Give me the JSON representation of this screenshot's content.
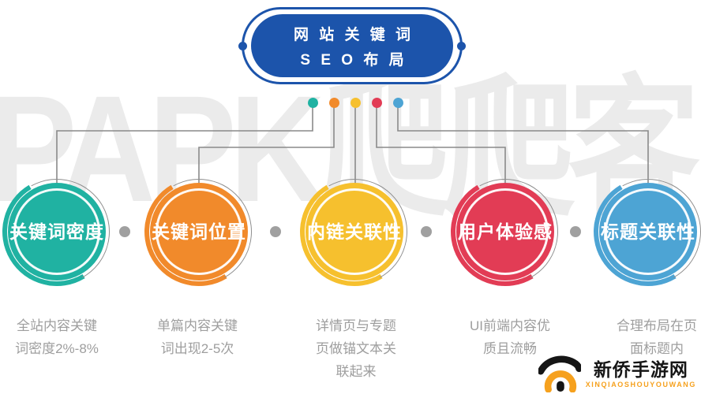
{
  "watermark": "PAPK爬爬客",
  "header": {
    "line1": "网 站 关 键 词",
    "line2": "S E O 布 局",
    "color": "#1c54ab"
  },
  "nodes": [
    {
      "name": "keyword-density",
      "color": "#20b2a2",
      "label": [
        "关键词",
        "密度"
      ],
      "description": [
        "全站内容关键",
        "词密度2%-8%"
      ]
    },
    {
      "name": "keyword-position",
      "color": "#f18a2b",
      "label": [
        "关键词",
        "位置"
      ],
      "description": [
        "单篇内容关键",
        "词出现2-5次"
      ]
    },
    {
      "name": "internal-link-relevance",
      "color": "#f6c02e",
      "label": [
        "内链",
        "关联性"
      ],
      "description": [
        "详情页与专题",
        "页做锚文本关",
        "联起来"
      ]
    },
    {
      "name": "user-experience",
      "color": "#e23c55",
      "label": [
        "用户",
        "体验感"
      ],
      "description": [
        "UI前端内容优",
        "质且流畅"
      ]
    },
    {
      "name": "title-relevance",
      "color": "#4da4d4",
      "label": [
        "标题",
        "关联性"
      ],
      "description": [
        "合理布局在页",
        "面标题内"
      ]
    }
  ],
  "logo": {
    "title": "新侨手游网",
    "subtitle": "XINQIAOSHOUYOUWANG",
    "accent": "#f6a11e"
  },
  "colors": {
    "connector": "#8a8a8a",
    "separator_dot": "#a0a0a0",
    "description_text": "#9e9e9e",
    "watermark": "#ebebeb"
  }
}
